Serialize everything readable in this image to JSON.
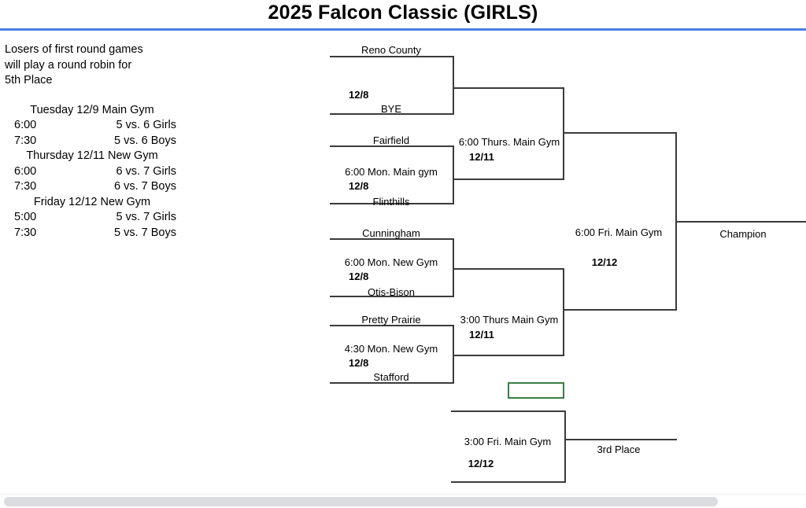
{
  "header": {
    "title": "2025 Falcon Classic (GIRLS)",
    "rule_color": "#4a7fe0"
  },
  "info_panel": {
    "note_lines": [
      "Losers of first round games",
      "will play a round robin for",
      "5th Place"
    ],
    "schedule": [
      {
        "heading": "Tuesday 12/9 Main Gym",
        "games": [
          {
            "time": "6:00",
            "matchup": "5 vs. 6 Girls"
          },
          {
            "time": "7:30",
            "matchup": "5 vs. 6 Boys"
          }
        ]
      },
      {
        "heading": "Thursday 12/11 New Gym",
        "games": [
          {
            "time": "6:00",
            "matchup": "6 vs. 7 Girls"
          },
          {
            "time": "7:30",
            "matchup": "6 vs. 7 Boys"
          }
        ]
      },
      {
        "heading": "Friday 12/12 New Gym",
        "games": [
          {
            "time": "5:00",
            "matchup": "5 vs. 7 Girls"
          },
          {
            "time": "7:30",
            "matchup": "5 vs. 7 Boys"
          }
        ]
      }
    ]
  },
  "bracket": {
    "round1": [
      {
        "top_team": "Reno County",
        "bottom_team": "BYE",
        "location": "",
        "date": "12/8"
      },
      {
        "top_team": "Fairfield",
        "bottom_team": "Flinthills",
        "location": "6:00 Mon. Main gym",
        "date": "12/8"
      },
      {
        "top_team": "Cunningham",
        "bottom_team": "Otis-Bison",
        "location": "6:00 Mon. New Gym",
        "date": "12/8"
      },
      {
        "top_team": "Pretty Prairie",
        "bottom_team": "Stafford",
        "location": "4:30 Mon. New Gym",
        "date": "12/8"
      }
    ],
    "semifinals": [
      {
        "location": "6:00 Thurs. Main Gym",
        "date": "12/11"
      },
      {
        "location": "3:00 Thurs Main Gym",
        "date": "12/11"
      }
    ],
    "final": {
      "location": "6:00 Fri. Main Gym",
      "date": "12/12",
      "outcome_label": "Champion"
    },
    "third_place": {
      "location": "3:00 Fri. Main Gym",
      "date": "12/12",
      "outcome_label": "3rd Place"
    },
    "empty_box": {
      "value": "",
      "border_color": "#3a7d44"
    },
    "line_color": "#3b3b3b"
  }
}
